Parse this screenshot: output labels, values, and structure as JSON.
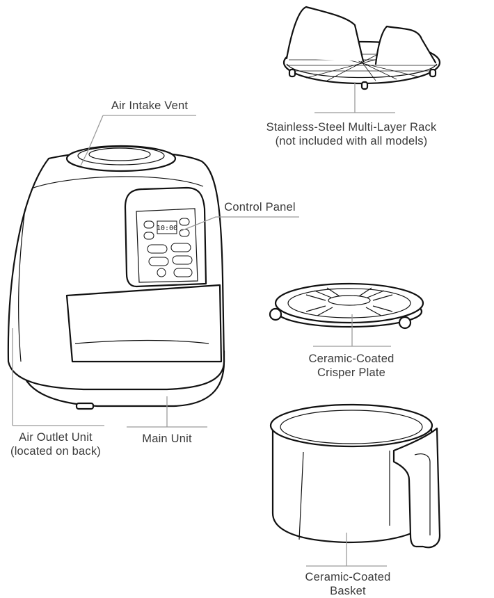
{
  "labels": {
    "air_intake_vent": "Air Intake Vent",
    "rack_line1": "Stainless-Steel Multi-Layer Rack",
    "rack_line2": "(not included with all models)",
    "control_panel": "Control Panel",
    "air_outlet_line1": "Air Outlet Unit",
    "air_outlet_line2": "(located on back)",
    "main_unit": "Main Unit",
    "crisper_line1": "Ceramic-Coated",
    "crisper_line2": "Crisper Plate",
    "basket_line1": "Ceramic-Coated",
    "basket_line2": "Basket"
  },
  "display": {
    "time": "10:00"
  },
  "colors": {
    "outline": "#111111",
    "leader_line": "#9a9a9a",
    "label_text": "#3a3a3a"
  }
}
